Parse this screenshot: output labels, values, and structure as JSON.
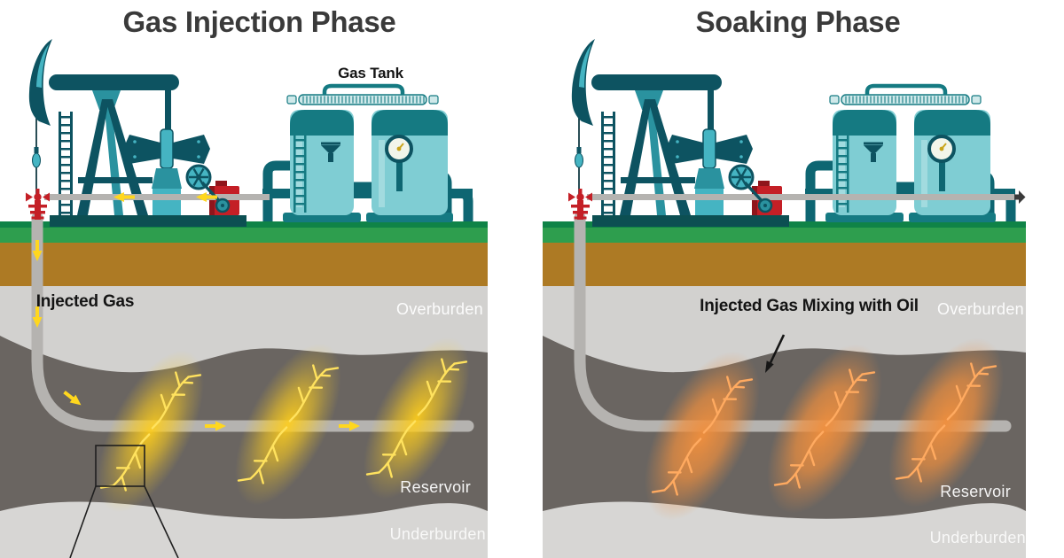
{
  "figure": {
    "type": "diagram",
    "panels": [
      {
        "id": "gas-injection",
        "title": "Gas Injection Phase",
        "labels": {
          "gas_tank": "Gas Tank",
          "injected_gas": "Injected Gas",
          "overburden": "Overburden",
          "reservoir": "Reservoir",
          "underburden": "Underburden"
        },
        "scene": {
          "accent": "gas",
          "show_flow_arrows": true,
          "show_magnifier": true,
          "pipe_exits_right": false,
          "annotation_arrow": false
        }
      },
      {
        "id": "soaking",
        "title": "Soaking Phase",
        "labels": {
          "annotation": "Injected Gas Mixing with Oil",
          "overburden": "Overburden",
          "reservoir": "Reservoir",
          "underburden": "Underburden"
        },
        "scene": {
          "accent": "oil",
          "show_flow_arrows": false,
          "show_magnifier": false,
          "pipe_exits_right": true,
          "annotation_arrow": true
        }
      }
    ],
    "colors": {
      "teal_dark": "#0d5361",
      "teal_mid": "#2a929f",
      "teal_light": "#45b4c2",
      "tank_body": "#7fcdd3",
      "tank_top": "#157a82",
      "pipe_dark": "#0e6672",
      "red": "#c41f26",
      "red_dark": "#8f151b",
      "base": "#0c4f52",
      "grass": "#2e9e4e",
      "grass_dark": "#0f8347",
      "dirt": "#ad7a24",
      "overburden": "#d2d1cf",
      "reservoir": "#6a6561",
      "underburden": "#d7d6d4",
      "well_gray": "#b5b3b0",
      "arrow_yellow": "#ffd71e",
      "gas_glow": "#ffce1c",
      "gas_branch": "#ffe25e",
      "oil_glow": "#ef8f3e",
      "oil_branch": "#ffaa60",
      "title_text": "#3a3a3a"
    }
  }
}
